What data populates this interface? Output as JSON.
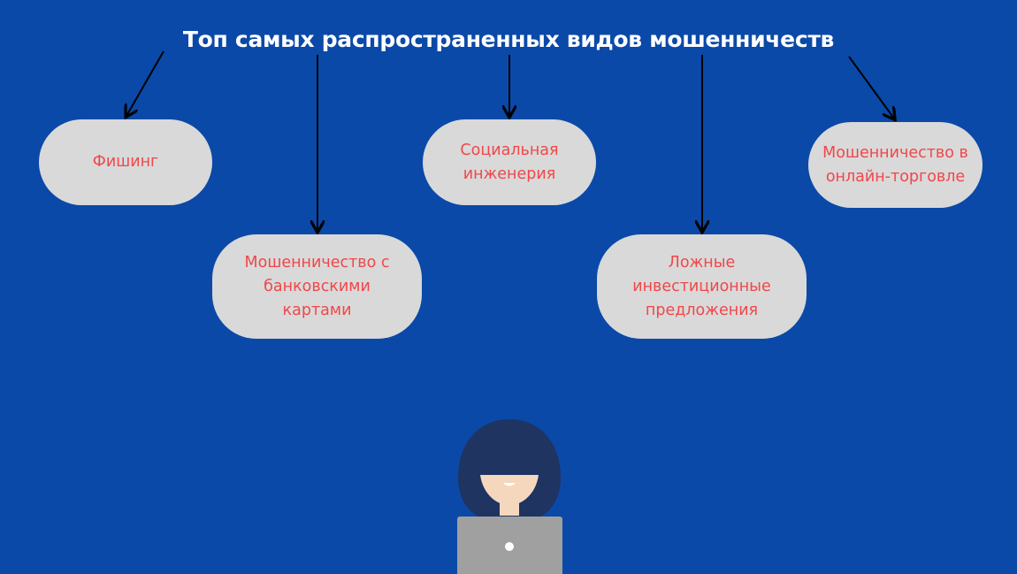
{
  "title": "Топ самых распространенных видов мошенничеств",
  "nodes": [
    {
      "label": "Фишинг"
    },
    {
      "label": "Мошенничество с банковскими картами"
    },
    {
      "label": "Социальная инженерия"
    },
    {
      "label": "Ложные инвестиционные предложения"
    },
    {
      "label": "Мошенничество в онлайн-торговле"
    }
  ],
  "colors": {
    "background": "#0a49a8",
    "node_fill": "#d9d9d9",
    "node_text": "#f0474a",
    "arrow": "#000000"
  }
}
